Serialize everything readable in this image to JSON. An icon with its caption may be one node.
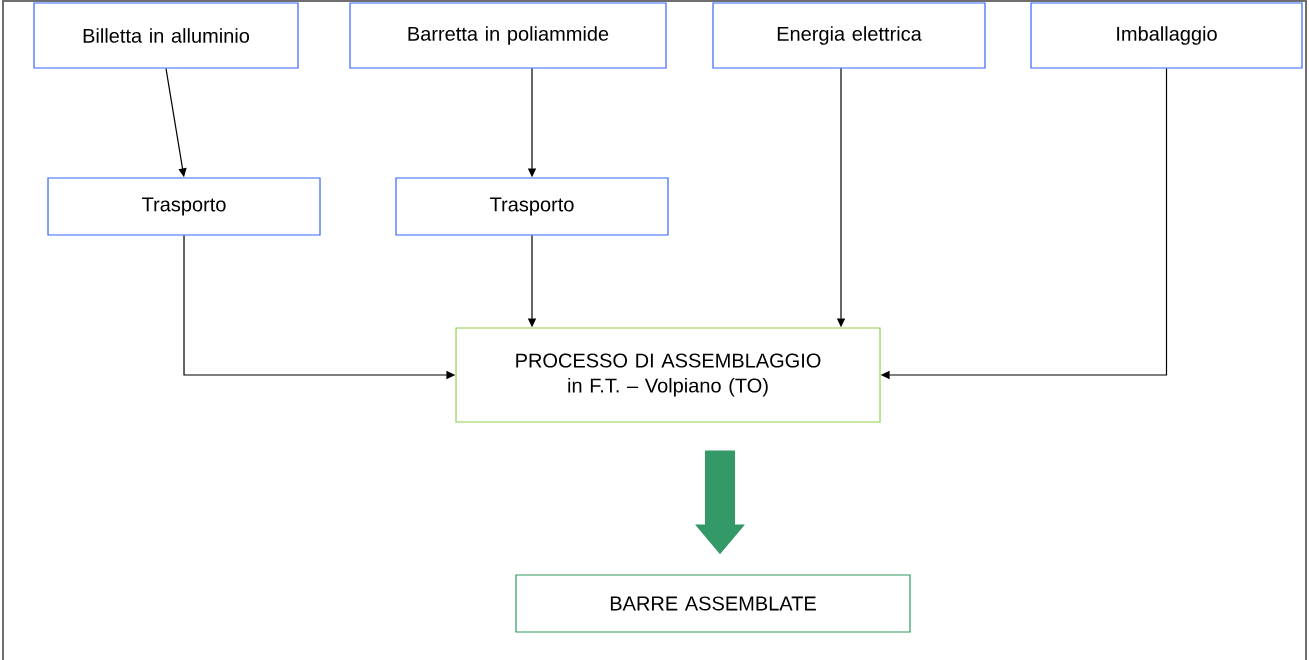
{
  "diagram": {
    "nodes": [
      {
        "text": [
          "Billetta in alluminio"
        ]
      },
      {
        "text": [
          "Barretta in poliammide"
        ]
      },
      {
        "text": [
          "Energia elettrica"
        ]
      },
      {
        "text": [
          "Imballaggio"
        ]
      },
      {
        "text": [
          "Trasporto"
        ]
      },
      {
        "text": [
          "Trasporto"
        ]
      },
      {
        "text": [
          "PROCESSO DI ASSEMBLAGGIO in F.T. – Volpiano (TO)"
        ]
      },
      {
        "text": [
          "BARRE ASSEMBLATE"
        ]
      }
    ],
    "edges": [
      {
        "from": 0,
        "to": 4,
        "arrow": "to"
      },
      {
        "from": 1,
        "to": 5,
        "arrow": "to"
      },
      {
        "from": 4,
        "to": 6,
        "arrow": "to"
      },
      {
        "from": 5,
        "to": 6,
        "arrow": "to"
      },
      {
        "from": 2,
        "to": 6,
        "arrow": "to"
      },
      {
        "from": 3,
        "to": 6,
        "arrow": "to"
      },
      {
        "from": 6,
        "to": 7,
        "arrow": "to",
        "style": "thick",
        "color": "#339966"
      }
    ]
  }
}
